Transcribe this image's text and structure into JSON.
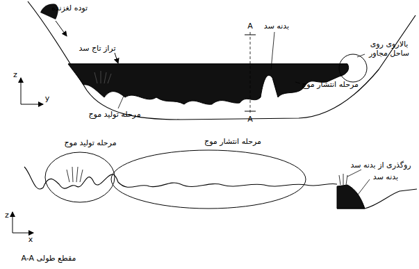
{
  "diagram": {
    "caption": "مقطع طولی A-A",
    "labels": [
      "توده لغزنده",
      "بدنه سد",
      "تراز تاج سد",
      "بالاروی روی ساحل مجاور",
      "z",
      "y",
      "A",
      "A",
      "مرحله انتشار موج",
      "مرحله تولید موج",
      "مرحله تولید موج",
      "مرحله انتشار موج",
      "روگذری از بدنه سد",
      "بدنه سد",
      "z",
      "x"
    ]
  }
}
